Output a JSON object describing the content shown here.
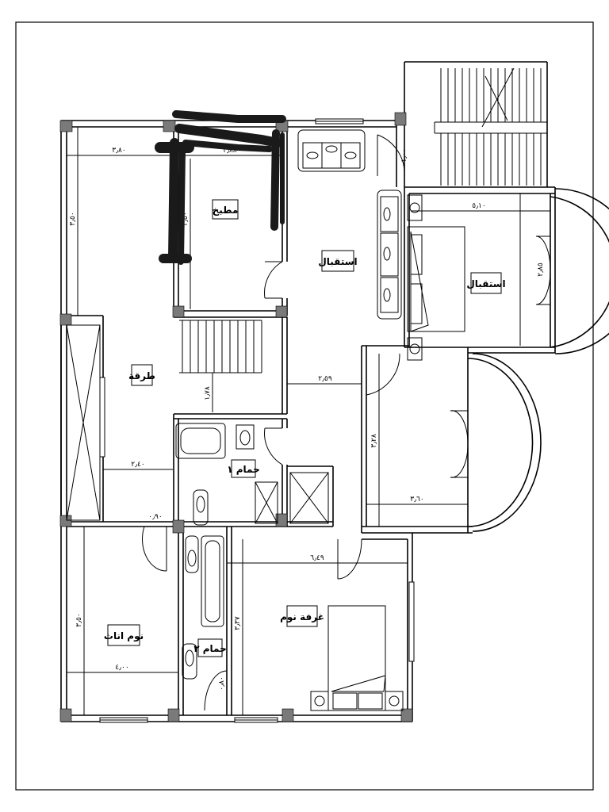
{
  "rooms": {
    "kitchen": "مطبخ",
    "reception_top": "استقبال",
    "reception_right": "استقبال",
    "corridor": "طرقة",
    "bath1": "حمام ١",
    "bath2": "حمام ٢",
    "bedroom": "غرفة نوم",
    "girls_bedroom": "نوم اناث"
  },
  "dimensions": {
    "kitchen_left_width": "٣٫٨٠",
    "kitchen_width": "٣٫٨٨",
    "kitchen_left_height": "٣٫٥٠",
    "kitchen_height": "٣٫٥٠",
    "door_top": "١٫٠٠",
    "reception_right_width": "٥٫١٠",
    "reception_right_height": "٢٫٨٥",
    "stair_width": "١٫٧٨",
    "corridor_reception_width": "٢٫٥٩",
    "terrace_height": "٣٫٢٨",
    "corridor_width": "٢٫٤٠",
    "terrace_width": "٣٫٦٠",
    "door_girls": "٠٫٩٠",
    "bedroom_width": "٦٫٤٩",
    "girls_bedroom_height": "٣٫٥٠",
    "girls_bedroom_width": "٤٫٠٠",
    "bedroom_height": "٣٫٣٧",
    "bath2_door": "٠٫٨٠"
  }
}
